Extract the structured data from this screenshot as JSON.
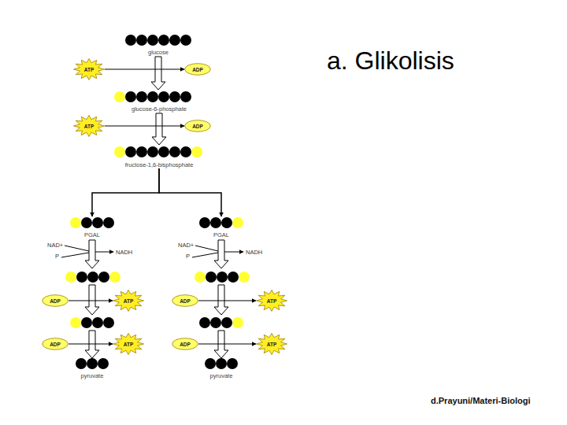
{
  "diagram": {
    "title": "a. Glikolisis",
    "nodes": [
      {
        "text": [
          "glucose"
        ]
      },
      {
        "text": [
          "ATP"
        ]
      },
      {
        "text": [
          "ADP"
        ]
      },
      {
        "text": [
          "glucose-6-phosphate"
        ]
      },
      {
        "text": [
          "ATP"
        ]
      },
      {
        "text": [
          "ADP"
        ]
      },
      {
        "text": [
          "fructose-1,6-bisphosphate"
        ]
      },
      {
        "text": [
          "PGAL"
        ]
      },
      {
        "text": [
          "PGAL"
        ]
      },
      {
        "text": [
          "ADP"
        ]
      },
      {
        "text": [
          "ATP"
        ]
      },
      {
        "text": [
          "ADP"
        ]
      },
      {
        "text": [
          "ATP"
        ]
      },
      {
        "text": [
          "ADP"
        ]
      },
      {
        "text": [
          "ATP"
        ]
      },
      {
        "text": [
          "ADP"
        ]
      },
      {
        "text": [
          "ATP"
        ]
      },
      {
        "text": [
          "pyruvate"
        ]
      },
      {
        "text": [
          "pyruvate"
        ]
      }
    ],
    "edges": [
      {
        "from": 0,
        "to": 3,
        "arrow": "to"
      },
      {
        "from": 3,
        "to": 6,
        "arrow": "to"
      },
      {
        "from": 6,
        "to": 7,
        "arrow": "to"
      },
      {
        "from": 6,
        "to": 8,
        "arrow": "to"
      },
      {
        "from": 1,
        "to": 2,
        "arrow": "to"
      },
      {
        "from": 4,
        "to": 5,
        "arrow": "to"
      },
      {
        "from": 9,
        "to": 10,
        "arrow": "to"
      },
      {
        "from": 11,
        "to": 12,
        "arrow": "to"
      },
      {
        "from": 13,
        "to": 14,
        "arrow": "to"
      },
      {
        "from": 15,
        "to": 16,
        "arrow": "to"
      }
    ],
    "labels": [
      "NAD+",
      "P",
      "NADH",
      "NAD+",
      "P",
      "NADH",
      "d.Prayuni/Materi-Biologi"
    ]
  }
}
